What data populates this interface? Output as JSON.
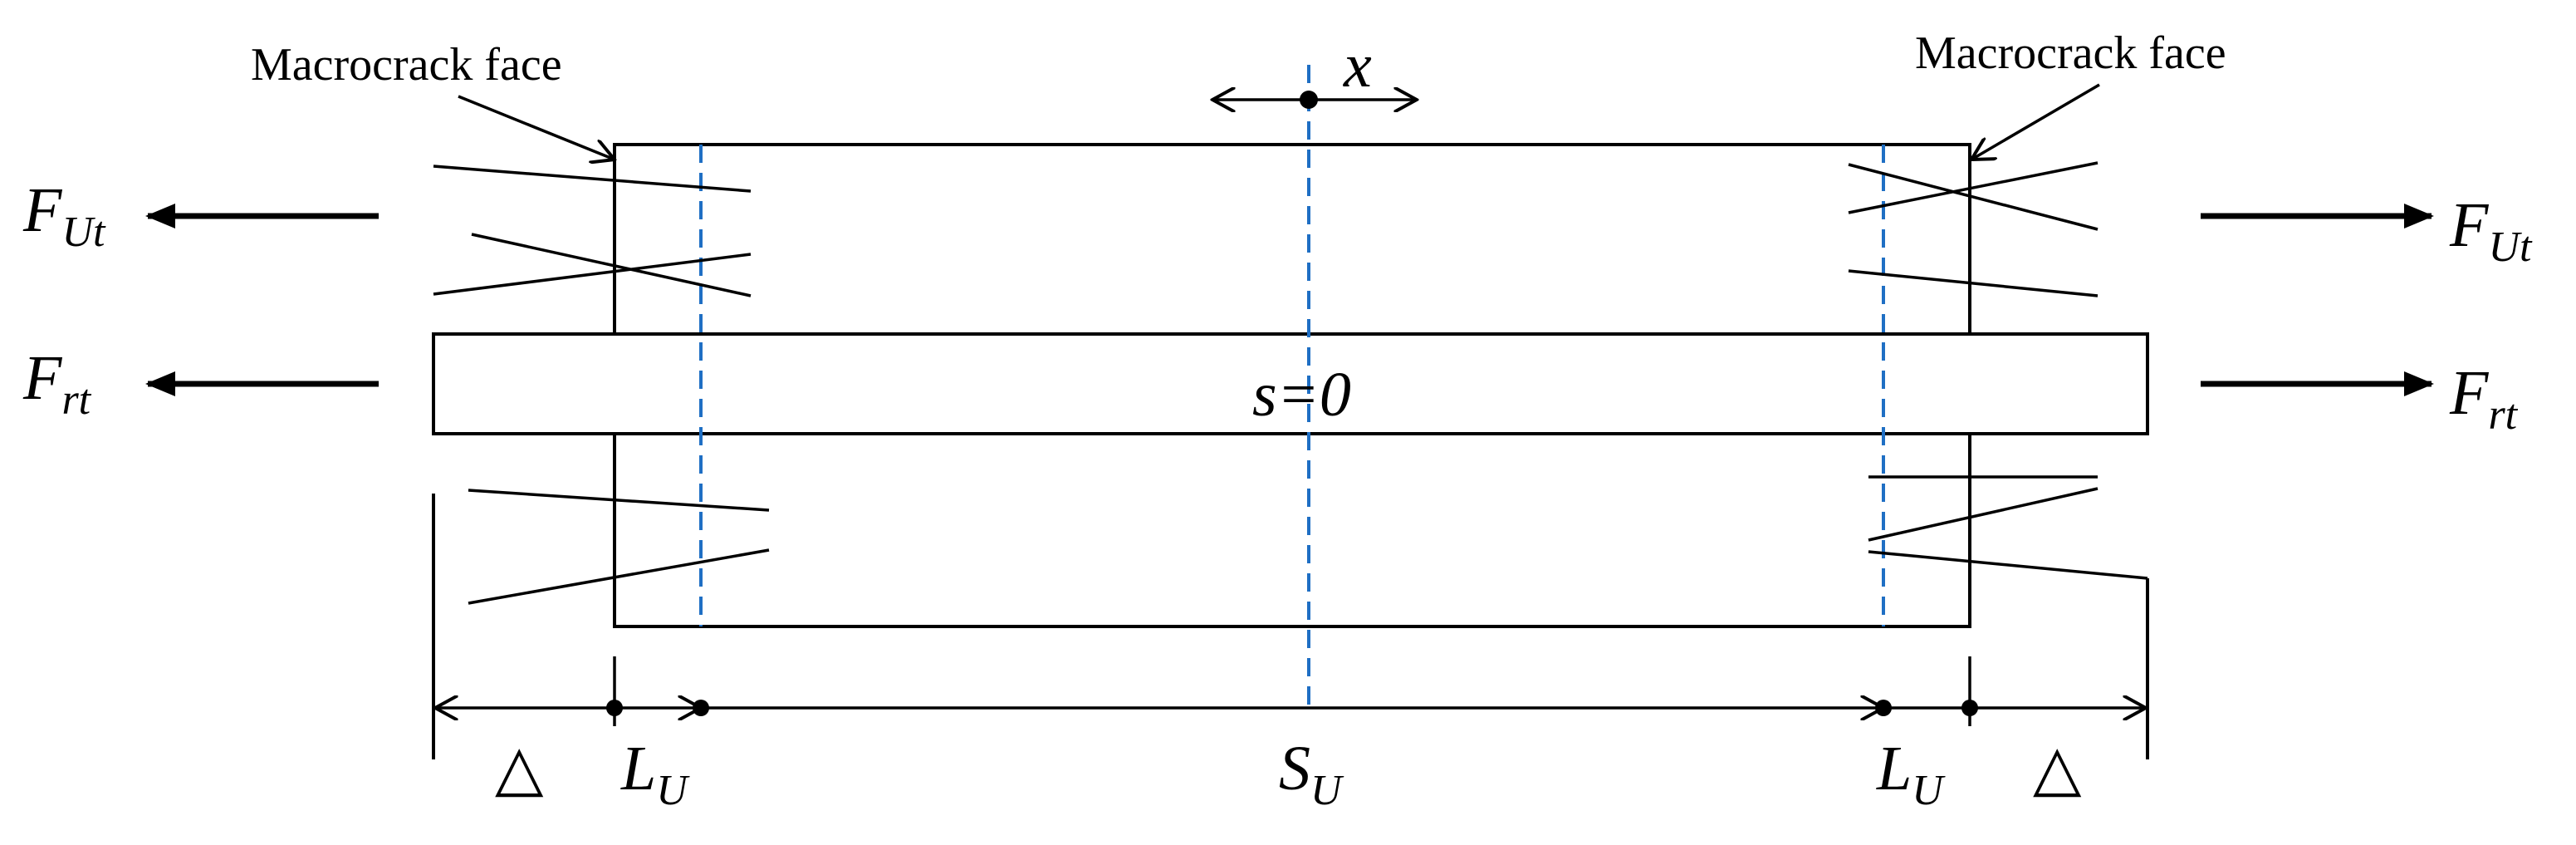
{
  "labels": {
    "crack_left": "Macrocrack face",
    "crack_right": "Macrocrack face",
    "center": "s=0",
    "axis": "x"
  },
  "forces": {
    "tension_symbol": "F",
    "tension_sub": "Ut",
    "rebar_symbol": "F",
    "rebar_sub": "rt"
  },
  "dimensions": {
    "delta": "△",
    "transfer_symbol": "L",
    "transfer_sub": "U",
    "spacing_symbol": "S",
    "spacing_sub": "U"
  },
  "colors": {
    "lines": "#000000",
    "dashed_axes": "#1f6fc4"
  }
}
